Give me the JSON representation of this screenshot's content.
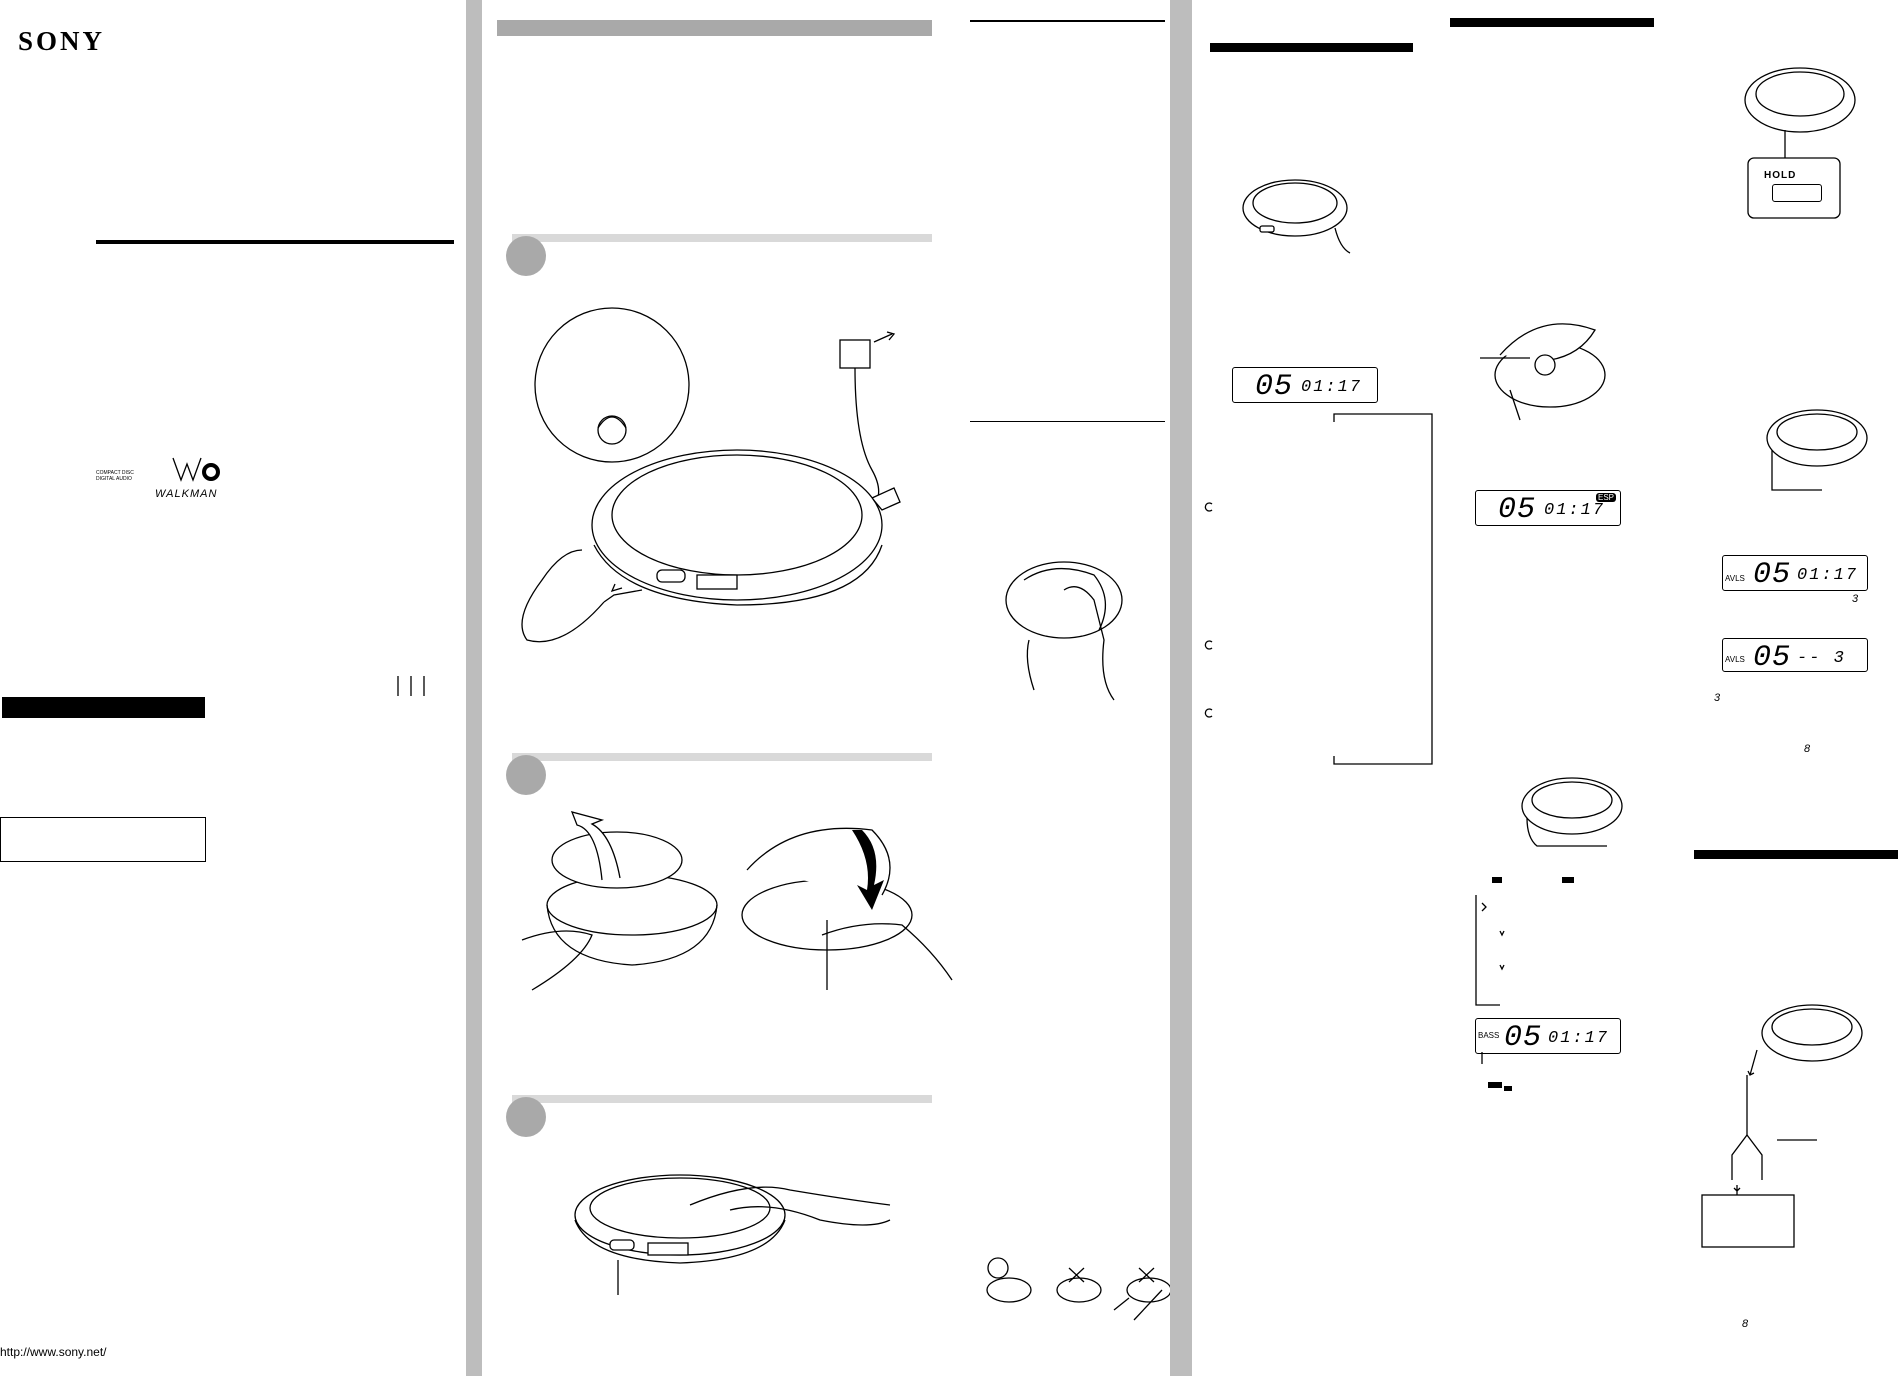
{
  "brand": {
    "name": "SONY",
    "url": "http://www.sony.net/"
  },
  "logos": {
    "compact_disc": "COMPACT DISC DIGITAL AUDIO",
    "walkman": "WALKMAN"
  },
  "displays": {
    "d1": {
      "track": "05",
      "time": "01:17"
    },
    "d2": {
      "track": "05",
      "time": "01:17",
      "badge": "ESP"
    },
    "d3": {
      "track": "05",
      "time": "01:17",
      "badge": "BASS"
    },
    "d4": {
      "track": "05",
      "time": "01:17",
      "badge": "AVLS",
      "volume": "3"
    },
    "d5": {
      "track": "05",
      "time": "-- 3",
      "badge": "AVLS"
    }
  },
  "labels": {
    "hold": "HOLD",
    "vol_3a": "3",
    "vol_3b": "3",
    "vol_8a": "8",
    "vol_8b": "8"
  },
  "colors": {
    "separator": "#bdbdbd",
    "step_bar": "#d9d9d9",
    "step_circle": "#a9a9a9"
  }
}
